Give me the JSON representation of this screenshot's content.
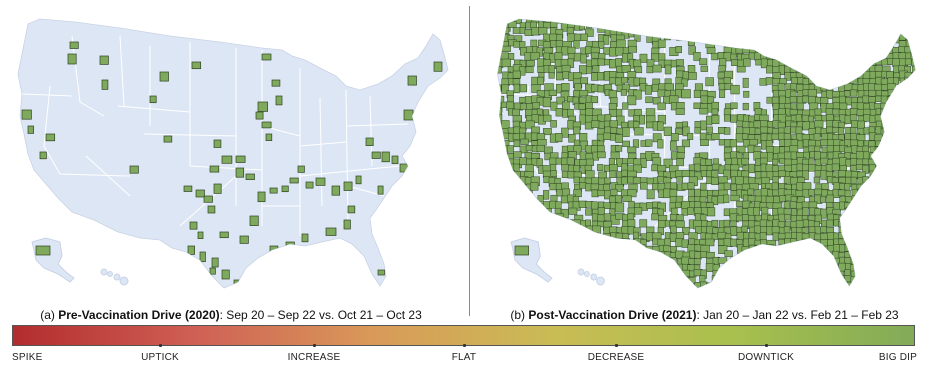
{
  "panel_a": {
    "caption_prefix": "(a) ",
    "caption_bold": "Pre-Vaccination Drive (2020)",
    "caption_rest": ": Sep 20 – Sep 22 vs. Oct 21 – Oct 23",
    "highlight_density": "sparse"
  },
  "panel_b": {
    "caption_prefix": "(b) ",
    "caption_bold": "Post-Vaccination Drive (2021)",
    "caption_rest": ": Jan 20 – Jan 22 vs. Feb 21 – Feb 23",
    "highlight_density": "dense"
  },
  "legend": {
    "labels": [
      "SPIKE",
      "UPTICK",
      "INCREASE",
      "FLAT",
      "DECREASE",
      "DOWNTICK",
      "BIG DIP"
    ],
    "gradient_colors": [
      "#b22d2d",
      "#cf5f55",
      "#d99a58",
      "#c9bc55",
      "#a8c04d",
      "#82ab58"
    ]
  },
  "colors": {
    "map_fill": "#dde6f4",
    "map_stroke": "#ffffff",
    "county_fill": "#7faa5e",
    "county_stroke": "#2f4221"
  }
}
